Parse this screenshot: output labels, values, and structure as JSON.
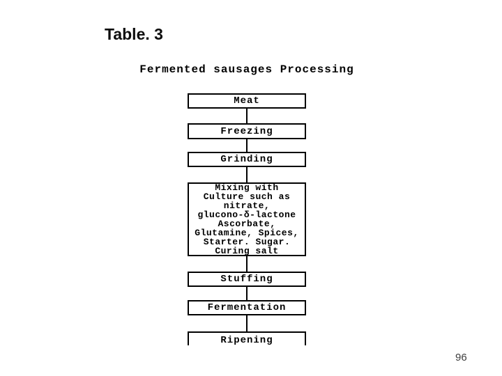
{
  "slide": {
    "heading": "Table. 3",
    "page_number": "96",
    "background_color": "#ffffff"
  },
  "flowchart": {
    "title": "Fermented sausages Processing",
    "line_color": "#000000",
    "text_color": "#000000",
    "steps": [
      {
        "id": "meat",
        "label": "Meat"
      },
      {
        "id": "freezing",
        "label": "Freezing"
      },
      {
        "id": "grinding",
        "label": "Grinding"
      },
      {
        "id": "mixing",
        "lines": [
          "Mixing with",
          "Culture such as",
          "nitrate,",
          "glucono-δ-lactone",
          "Ascorbate,",
          "Glutamine, Spices,",
          "Starter. Sugar.",
          "Curing salt"
        ]
      },
      {
        "id": "stuffing",
        "label": "Stuffing"
      },
      {
        "id": "fermentation",
        "label": "Fermentation"
      },
      {
        "id": "ripening",
        "label": "Ripening"
      }
    ]
  }
}
